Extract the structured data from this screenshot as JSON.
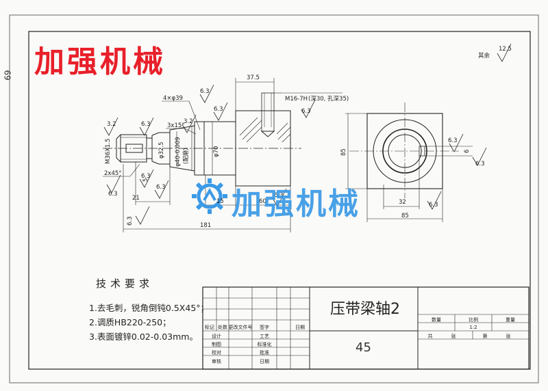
{
  "brand_title": "加强机械",
  "watermark_text": "加强机械",
  "margin_mark": "69",
  "roughness_note": {
    "label": "其余",
    "value": "12.5"
  },
  "main_view": {
    "dims": {
      "thread": "M36X1.5",
      "chamfer_left": "2x45°",
      "holes": "4×φ39",
      "chamfer_mid": "3x15°",
      "shoulder_dia": "φ32.5",
      "bearing_dia": "φ40-0.009",
      "bearing_note": "(配磨)",
      "body_dia": "φ70",
      "top_len": "37.5",
      "tap": "M16-7H",
      "tap_note": "(深30, 孔深35)",
      "len_21": "21",
      "len_5": "5",
      "len_15": "15",
      "len_60": "60",
      "total": "181"
    },
    "roughness": [
      "3.2",
      "6.3",
      "6.3",
      "3.2",
      "6.3",
      "6.3",
      "6.3",
      "6.3",
      "6.3",
      "6.3",
      "6.3"
    ]
  },
  "side_view": {
    "dims": {
      "height": "85",
      "width": "85",
      "offset": "32",
      "key": "6"
    },
    "roughness": [
      "6.3",
      "6.3",
      "6.3"
    ]
  },
  "requirements": {
    "title": "技术要求",
    "items": [
      "1.去毛刺，锐角倒钝0.5X45°；",
      "2.调质HB220-250；",
      "3.表面镀锌0.02-0.03mm。"
    ]
  },
  "title_block": {
    "part_name": "压带梁轴2",
    "material": "45",
    "headers_left": [
      "标记",
      "处数",
      "更改文件号",
      "签字",
      "日期"
    ],
    "rows_left": [
      "设计",
      "制图",
      "校对",
      "审核"
    ],
    "rows_mid": [
      "工艺",
      "标准化",
      "批准",
      "日期"
    ],
    "right_headers": [
      "数量",
      "比例",
      "重量"
    ],
    "scale": "1:2",
    "sheet_labels": [
      "共",
      "张",
      "第",
      "张"
    ]
  }
}
